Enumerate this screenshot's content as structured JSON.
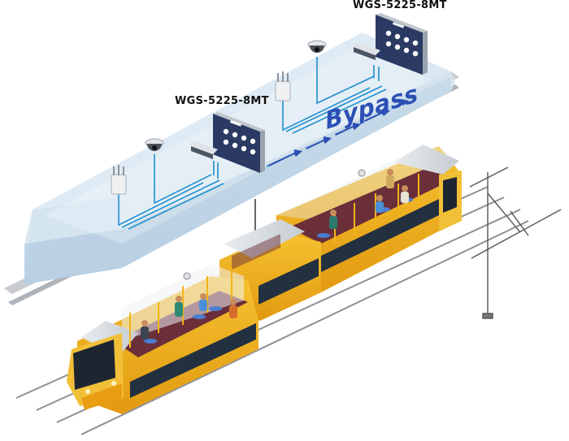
{
  "labels": {
    "switch_right": "WGS-5225-8MT",
    "switch_left": "WGS-5225-8MT",
    "bypass": "Bypass"
  },
  "colors": {
    "network_panel": "#d7e7f2",
    "network_line": "#1f8fd0",
    "bypass_arrow": "#2c4fb3",
    "tram_yellow": "#f3b417",
    "tram_roof": "#d8dde2",
    "floor": "#6b2f3a",
    "rail": "#8a9098"
  }
}
